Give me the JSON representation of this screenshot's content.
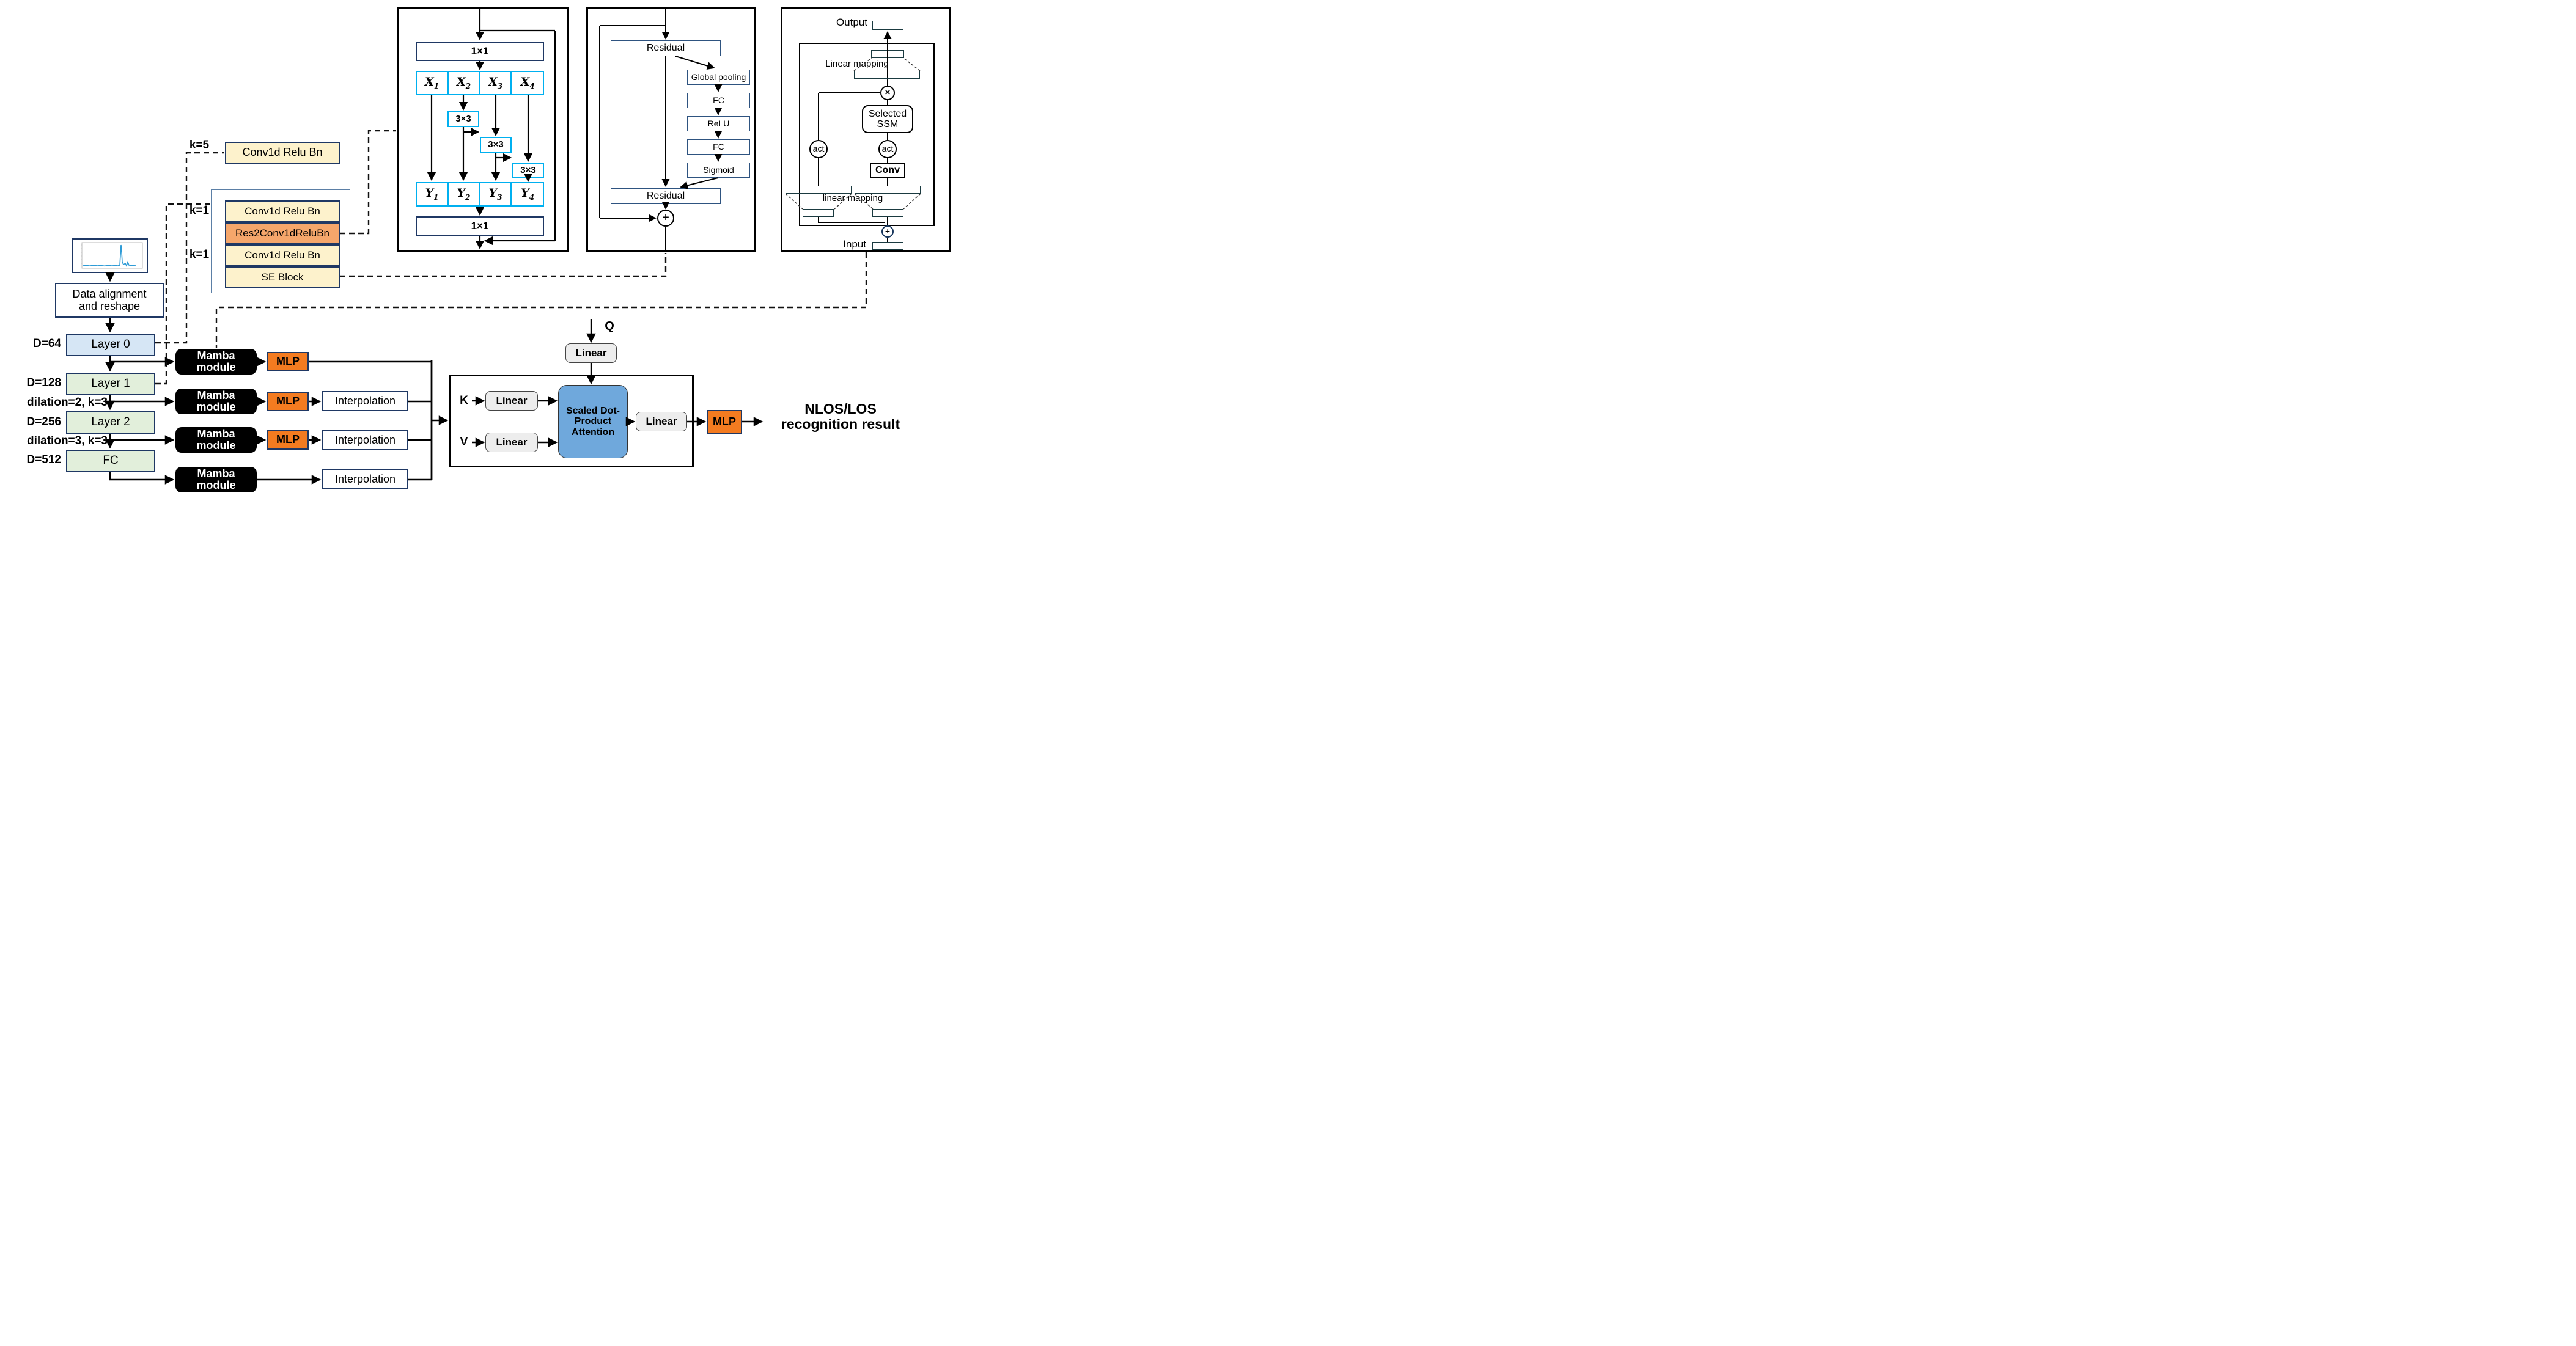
{
  "palette": {
    "navy_border": "#1f3864",
    "panel_border": "#000000",
    "light_blue_fill": "#d6e6f5",
    "light_green_fill": "#e2efdb",
    "cream_fill": "#fdf2cc",
    "salmon_fill": "#f5a66b",
    "orange_fill": "#f47b20",
    "cyan_border": "#00b0f0",
    "sdpa_blue": "#6fa8dc",
    "linear_gray": "#ededed",
    "signal_blue": "#2e9bd6",
    "teal_cells": [
      "#3db7cc",
      "#d9f1f5",
      "#2ca3bd"
    ],
    "green_cells": [
      "#3cb54a",
      "#e9f7ea",
      "#2fae45"
    ]
  },
  "left_column": {
    "input_image": "channel-impulse-response-plot",
    "data_box": {
      "line1": "Data alignment",
      "line2": "and reshape"
    },
    "layers": [
      {
        "label": "Layer 0",
        "annotation": "D=64"
      },
      {
        "label": "Layer 1",
        "annotation": "D=128"
      },
      {
        "label": "Layer 2",
        "annotation": "D=256"
      },
      {
        "label": "FC",
        "annotation": "D=512"
      }
    ],
    "transition_notes": [
      "dilation=2,  k=3",
      "dilation=3,  k=3"
    ]
  },
  "frontend": {
    "k5_label": "k=5",
    "k5_box": "Conv1d Relu Bn",
    "k1_labels": [
      "k=1",
      "k=1"
    ],
    "stack": [
      "Conv1d Relu Bn",
      "Res2Conv1dReluBn",
      "Conv1d Relu Bn",
      "SE Block"
    ]
  },
  "res2_panel": {
    "conv_in": "1×1",
    "x_cells": [
      {
        "base": "X",
        "sub": "1"
      },
      {
        "base": "X",
        "sub": "2"
      },
      {
        "base": "X",
        "sub": "3"
      },
      {
        "base": "X",
        "sub": "4"
      }
    ],
    "conv3_boxes": [
      "3×3",
      "3×3",
      "3×3"
    ],
    "y_cells": [
      {
        "base": "Y",
        "sub": "1"
      },
      {
        "base": "Y",
        "sub": "2"
      },
      {
        "base": "Y",
        "sub": "3"
      },
      {
        "base": "Y",
        "sub": "4"
      }
    ],
    "conv_out": "1×1"
  },
  "se_panel": {
    "residual_top": "Residual",
    "stack": [
      "Global pooling",
      "FC",
      "ReLU",
      "FC",
      "Sigmoid"
    ],
    "residual_bottom": "Residual",
    "plus": "+"
  },
  "mamba_panel": {
    "output_label": "Output",
    "linear_mapping_top": "Linear mapping",
    "multiply": "×",
    "ssm_line1": "Selected",
    "ssm_line2": "SSM",
    "act_left": "act",
    "act_right": "act",
    "conv": "Conv",
    "linear_mapping_bottom": "linear mapping",
    "plus": "+",
    "input_label": "Input"
  },
  "pipeline": {
    "rows": [
      {
        "mamba": "Mamba module",
        "mlp": "MLP"
      },
      {
        "mamba": "Mamba module",
        "mlp": "MLP",
        "interp": "Interpolation"
      },
      {
        "mamba": "Mamba module",
        "mlp": "MLP",
        "interp": "Interpolation"
      },
      {
        "mamba": "Mamba module",
        "interp": "Interpolation"
      }
    ]
  },
  "attention": {
    "q_label": "Q",
    "k_label": "K",
    "v_label": "V",
    "linear_q": "Linear",
    "linear_k": "Linear",
    "linear_v": "Linear",
    "sdpa": "Scaled Dot-Product Attention",
    "linear_out": "Linear",
    "mlp": "MLP"
  },
  "result": {
    "line1": "NLOS/LOS",
    "line2": "recognition result"
  }
}
